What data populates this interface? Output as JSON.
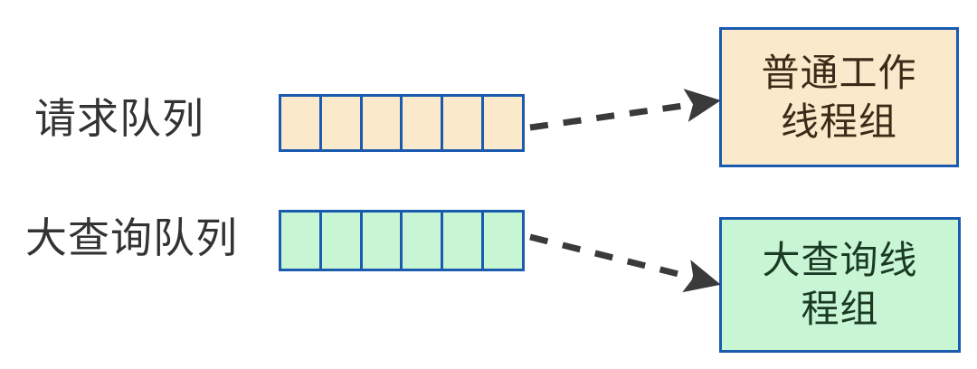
{
  "diagram": {
    "background_color": "#ffffff",
    "accent_border_color": "#1a5bb0",
    "arrow_color": "#3a3a3a",
    "queues": [
      {
        "id": "request-queue",
        "label": "请求队列",
        "label_color": "#333333",
        "cell_count": 6,
        "fill_color": "#faeacb",
        "border_color": "#1a5bb0"
      },
      {
        "id": "bigquery-queue",
        "label": "大查询队列",
        "label_color": "#333333",
        "cell_count": 6,
        "fill_color": "#c8f6d4",
        "border_color": "#1a5bb0"
      }
    ],
    "thread_groups": [
      {
        "id": "normal-worker-thread-group",
        "text": "普通工作\n线程组",
        "fill_color": "#faeacb",
        "border_color": "#1a5bb0",
        "text_color": "#3e2a18"
      },
      {
        "id": "bigquery-thread-group",
        "text": "大查询线\n程组",
        "fill_color": "#c8f6d4",
        "border_color": "#1a5bb0",
        "text_color": "#1b3a24"
      }
    ],
    "connectors": [
      {
        "id": "connector-request-to-normal",
        "style": "dashed",
        "from": "request-queue",
        "to": "normal-worker-thread-group",
        "color": "#3a3a3a"
      },
      {
        "id": "connector-bigquery-to-bigquery-group",
        "style": "dashed",
        "from": "bigquery-queue",
        "to": "bigquery-thread-group",
        "color": "#3a3a3a"
      }
    ]
  }
}
